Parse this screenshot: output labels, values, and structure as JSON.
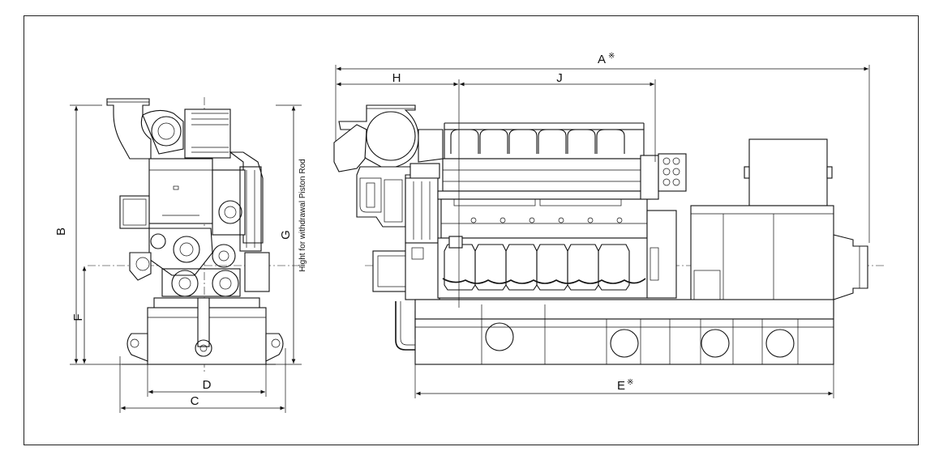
{
  "dimensions": {
    "A": "A",
    "A_mark": "※",
    "B": "B",
    "C": "C",
    "D": "D",
    "E": "E",
    "E_mark": "※",
    "F": "F",
    "G": "G",
    "H": "H",
    "J": "J"
  },
  "notes": {
    "piston_rod": "Hight for withdrawal Piston Rod"
  }
}
